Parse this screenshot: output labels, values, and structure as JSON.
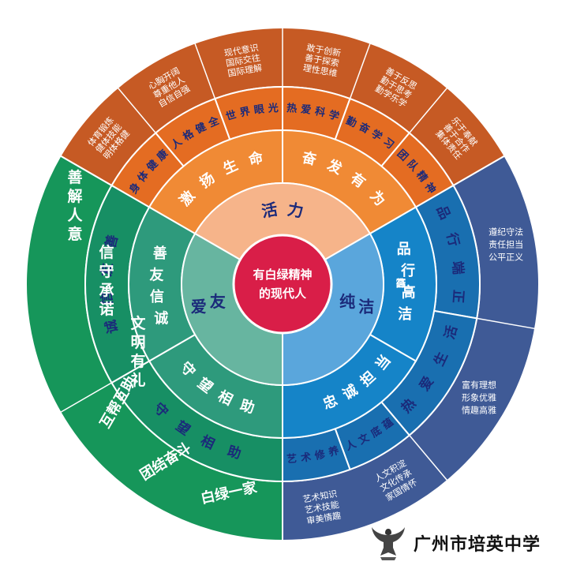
{
  "center": {
    "line1": "有白绿精神",
    "line2": "的现代人"
  },
  "core": {
    "vitality": "活力",
    "purity": "纯洁",
    "friendliness": "友爱"
  },
  "values": {
    "vitality_left": "激扬生命",
    "vitality_right": "奋发有为",
    "purity_top": "品行高洁",
    "purity_bottom": "忠诚担当",
    "friendly_top": "诚信友善",
    "friendly_bottom": "守望相助"
  },
  "themes": {
    "fitness": "身体健康",
    "personality": "人格健全",
    "vision": "世界眼光",
    "science": "热爱科学",
    "learning": "勤奋学习",
    "teamwork": "团队精神",
    "conduct": "品行端正",
    "life": "热爱生活",
    "humanities": "人文底蕴",
    "arts": "艺术修养",
    "honesty": "诚信友善",
    "mutual_help": "守望相助"
  },
  "details": {
    "fitness": [
      "体育锻炼",
      "健体技能",
      "明体格健"
    ],
    "personality": [
      "心胸开阔",
      "尊重他人",
      "自信自强"
    ],
    "vision": [
      "现代意识",
      "国际交往",
      "国际理解"
    ],
    "science": [
      "敢于创新",
      "善于探索",
      "理性思维"
    ],
    "learning": [
      "善于反思",
      "勤于思考",
      "勤学乐学"
    ],
    "teamwork": [
      "乐于奉献",
      "善于合作",
      "集体责任"
    ],
    "conduct": [
      "遵纪守法",
      "责任担当",
      "公平正义"
    ],
    "life": [
      "富有理想",
      "形象优雅",
      "情趣高雅"
    ],
    "humanities": [
      "人文积淀",
      "文化传承",
      "家国情怀"
    ],
    "arts": [
      "艺术知识",
      "艺术技能",
      "审美情趣"
    ],
    "friendly": [
      "善解人意",
      "信守承诺",
      "文明有礼"
    ],
    "mutual": [
      "互帮互助",
      "团结奋斗",
      "白绿一家"
    ]
  },
  "school": {
    "name": "广州市培英中学",
    "emblem": "eagle-emblem-icon"
  },
  "colors": {
    "center": "#d91e48",
    "core_vitality": "#f6b48a",
    "core_purity": "#5aa6dc",
    "core_friendly": "#67b5a0",
    "value_vitality": "#f08a35",
    "value_purity": "#1584c8",
    "value_friendly": "#2e9a7c",
    "theme_vitality": "#e46c22",
    "theme_purity": "#196fb0",
    "theme_friendly": "#178f64",
    "outer_vitality": "#c65a24",
    "outer_purity": "#3f5a96",
    "outer_friendly": "#16965a"
  }
}
